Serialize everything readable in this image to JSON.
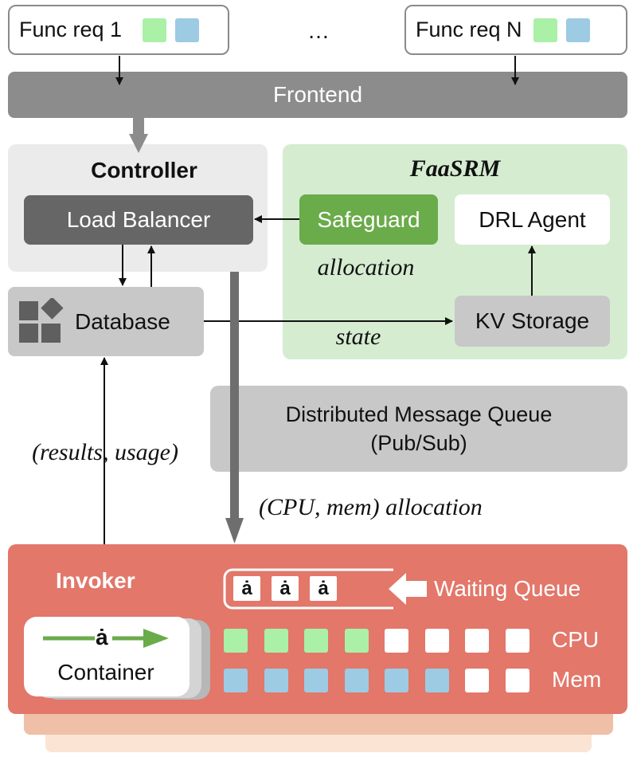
{
  "requests": {
    "first": "Func req 1",
    "last": "Func req N",
    "ellipsis": "…"
  },
  "frontend": {
    "label": "Frontend"
  },
  "controller": {
    "title": "Controller",
    "load_balancer": "Load Balancer",
    "database": "Database"
  },
  "faasrm": {
    "title": "FaaSRM",
    "safeguard": "Safeguard",
    "drl_agent": "DRL Agent",
    "kv_storage": "KV Storage"
  },
  "labels": {
    "allocation": "allocation",
    "state": "state",
    "results_usage": "(results, usage)",
    "cpu_mem_allocation": "(CPU, mem) allocation"
  },
  "message_queue": {
    "line1": "Distributed Message Queue",
    "line2": "(Pub/Sub)"
  },
  "invoker": {
    "title": "Invoker",
    "container": "Container",
    "container_glyph": "ȧ",
    "queue_glyph": "ȧ",
    "waiting_queue": "Waiting Queue",
    "cpu_label": "CPU",
    "mem_label": "Mem",
    "cpu_used": 4,
    "mem_used": 6,
    "slots": 8
  },
  "colors": {
    "frontend": "#8c8c8c",
    "controller_bg": "#ebebeb",
    "load_balancer": "#666666",
    "faasrm_bg": "#d5ecd1",
    "safeguard": "#6aab4a",
    "invoker": "#e2776a",
    "green_slot": "#aaf0a6",
    "blue_slot": "#9ccbe3"
  }
}
